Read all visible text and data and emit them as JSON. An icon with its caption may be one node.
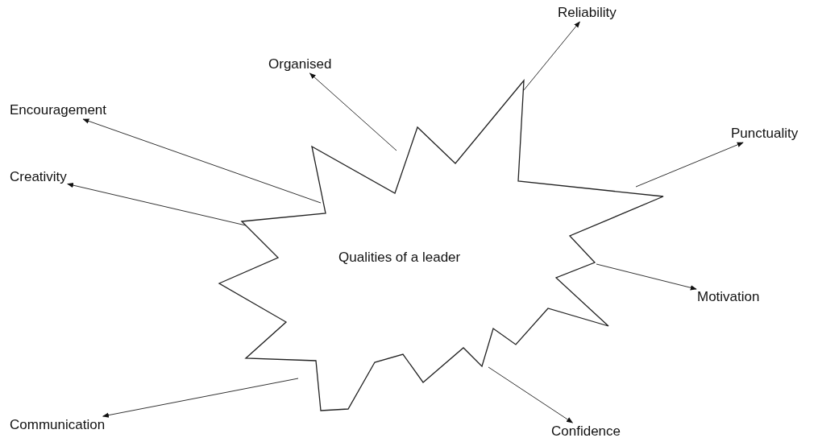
{
  "diagram": {
    "nodes": [
      {
        "text": [
          "Qualities of a leader"
        ]
      },
      {
        "text": [
          "Reliability"
        ]
      },
      {
        "text": [
          "Organised"
        ]
      },
      {
        "text": [
          "Encouragement"
        ]
      },
      {
        "text": [
          "Punctuality"
        ]
      },
      {
        "text": [
          "Creativity"
        ]
      },
      {
        "text": [
          "Motivation"
        ]
      },
      {
        "text": [
          "Communication"
        ]
      },
      {
        "text": [
          "Confidence"
        ]
      }
    ],
    "edges": [
      {
        "from": 0,
        "to": 1,
        "arrow": "to"
      },
      {
        "from": 0,
        "to": 2,
        "arrow": "to"
      },
      {
        "from": 0,
        "to": 3,
        "arrow": "to"
      },
      {
        "from": 0,
        "to": 4,
        "arrow": "to"
      },
      {
        "from": 0,
        "to": 5,
        "arrow": "to"
      },
      {
        "from": 0,
        "to": 6,
        "arrow": "to"
      },
      {
        "from": 0,
        "to": 7,
        "arrow": "to"
      },
      {
        "from": 0,
        "to": 8,
        "arrow": "to"
      }
    ]
  }
}
